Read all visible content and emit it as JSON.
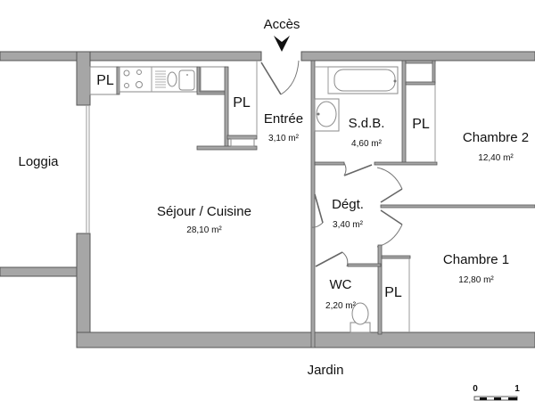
{
  "plan": {
    "access_label": "Accès",
    "garden_label": "Jardin",
    "loggia_label": "Loggia",
    "rooms": {
      "sejour": {
        "name": "Séjour / Cuisine",
        "area": "28,10 m²"
      },
      "entree": {
        "name": "Entrée",
        "area": "3,10 m²"
      },
      "sdb": {
        "name": "S.d.B.",
        "area": "4,60 m²"
      },
      "chambre2": {
        "name": "Chambre 2",
        "area": "12,40 m²"
      },
      "degt": {
        "name": "Dégt.",
        "area": "3,40 m²"
      },
      "chambre1": {
        "name": "Chambre 1",
        "area": "12,80 m²"
      },
      "wc": {
        "name": "WC",
        "area": "2,20 m²"
      }
    },
    "closets": [
      "PL",
      "PL",
      "PL",
      "PL"
    ],
    "scale": {
      "start": "0",
      "end": "1"
    },
    "colors": {
      "wall": "#a6a6a6",
      "wall_outline": "#555555",
      "fixture": "#8a8a8a",
      "text": "#111111"
    }
  }
}
